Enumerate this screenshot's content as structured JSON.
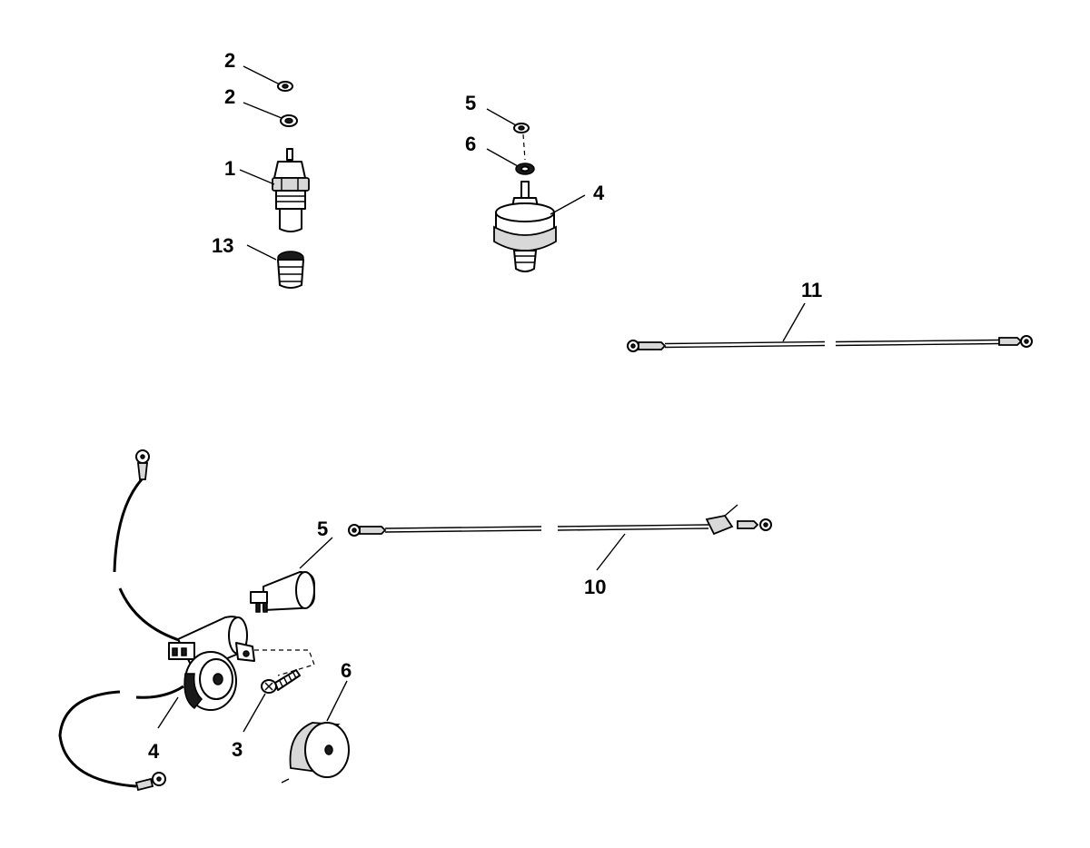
{
  "callouts": {
    "c1": "1",
    "c2a": "2",
    "c2b": "2",
    "c3": "3",
    "c4a": "4",
    "c4b": "4",
    "c5a": "5",
    "c5b": "5",
    "c6a": "6",
    "c6b": "6",
    "c10": "10",
    "c11": "11",
    "c13": "13"
  }
}
